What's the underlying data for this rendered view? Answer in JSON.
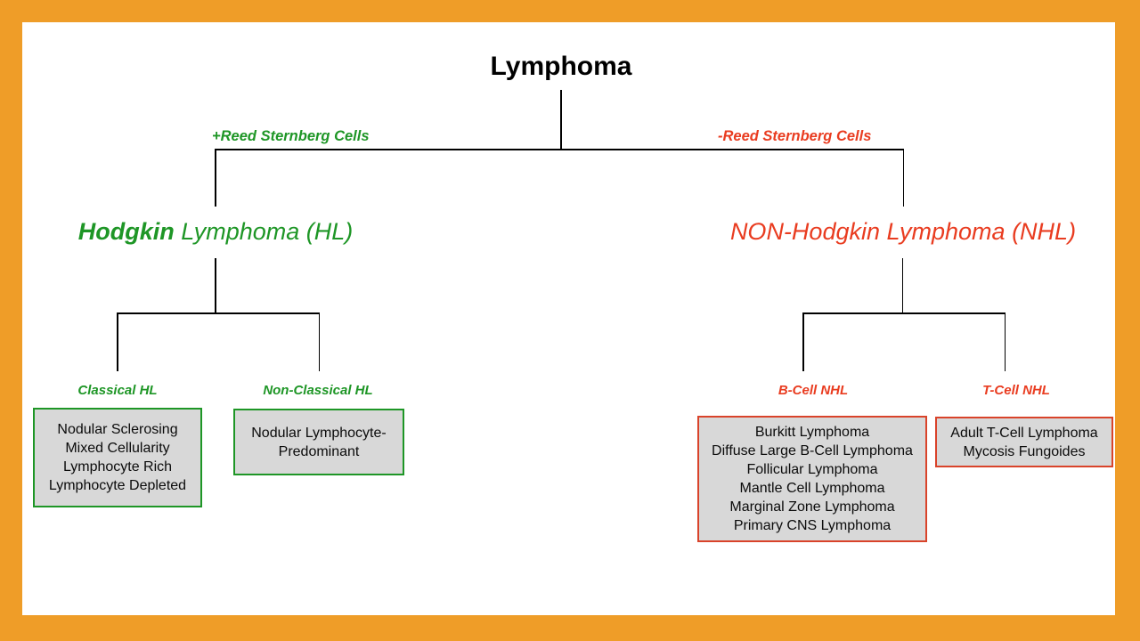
{
  "colors": {
    "background_orange": "#ef9d28",
    "panel_white": "#ffffff",
    "hodgkin_green": "#1e9626",
    "non_hodgkin_red": "#e93c20",
    "box_background_gray": "#d8d8d8",
    "connector_black": "#000000"
  },
  "root": {
    "title": "Lymphoma"
  },
  "criteria": {
    "positive": "+Reed Sternberg Cells",
    "negative": "-Reed Sternberg Cells"
  },
  "hodgkin": {
    "heading_bold": "Hodgkin",
    "heading_rest": " Lymphoma (HL)",
    "classical": {
      "label": "Classical HL",
      "items": [
        "Nodular Sclerosing",
        "Mixed Cellularity",
        "Lymphocyte Rich",
        "Lymphocyte Depleted"
      ]
    },
    "non_classical": {
      "label": "Non-Classical HL",
      "items": [
        "Nodular Lymphocyte-Predominant"
      ]
    }
  },
  "non_hodgkin": {
    "heading": "NON-Hodgkin Lymphoma (NHL)",
    "b_cell": {
      "label": "B-Cell NHL",
      "items": [
        "Burkitt Lymphoma",
        "Diffuse Large B-Cell Lymphoma",
        "Follicular Lymphoma",
        "Mantle Cell Lymphoma",
        "Marginal Zone Lymphoma",
        "Primary CNS Lymphoma"
      ]
    },
    "t_cell": {
      "label": "T-Cell NHL",
      "items": [
        "Adult T-Cell Lymphoma",
        "Mycosis Fungoides"
      ]
    }
  }
}
